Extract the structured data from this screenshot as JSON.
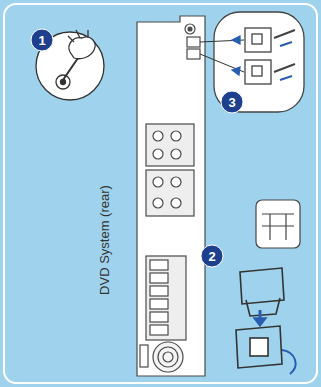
{
  "diagram": {
    "labels": [
      "DVD System (rear)",
      "1",
      "2",
      "3"
    ]
  }
}
